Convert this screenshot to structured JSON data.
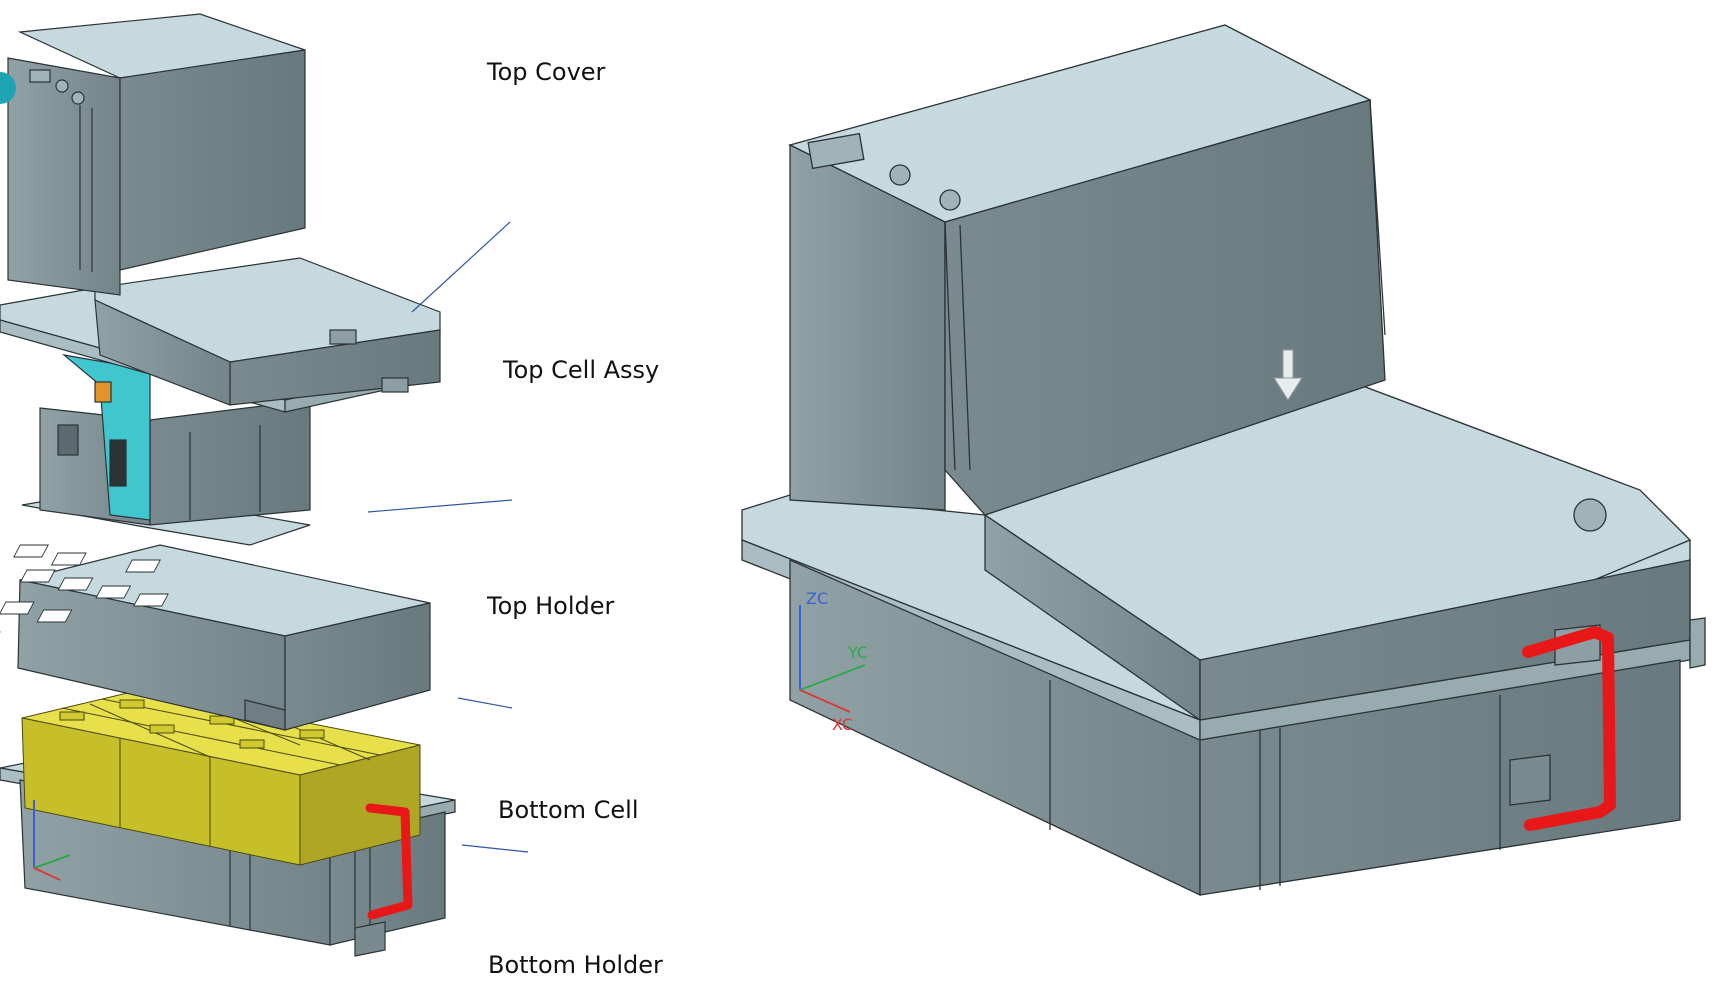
{
  "labels": {
    "top_cover": "Top Cover",
    "top_cell_assy": "Top Cell Assy",
    "top_holder": "Top Holder",
    "bottom_cell": "Bottom Cell",
    "bottom_holder": "Bottom Holder"
  },
  "axis": {
    "z": "ZC",
    "y": "YC",
    "x": "XC"
  },
  "colors": {
    "housing_top": "#c5d9de",
    "housing_side_light": "#8e9fa3",
    "housing_side_dark": "#6e7e82",
    "edge": "#2b3336",
    "cell_yellow": "#e8e04a",
    "pcb_cyan": "#3fc6cf",
    "red_pipe": "#e81818",
    "leader_line": "#2e56a8",
    "axis_z": "#3b5fd6",
    "axis_y": "#2ea84a",
    "axis_x": "#d83b3b"
  }
}
